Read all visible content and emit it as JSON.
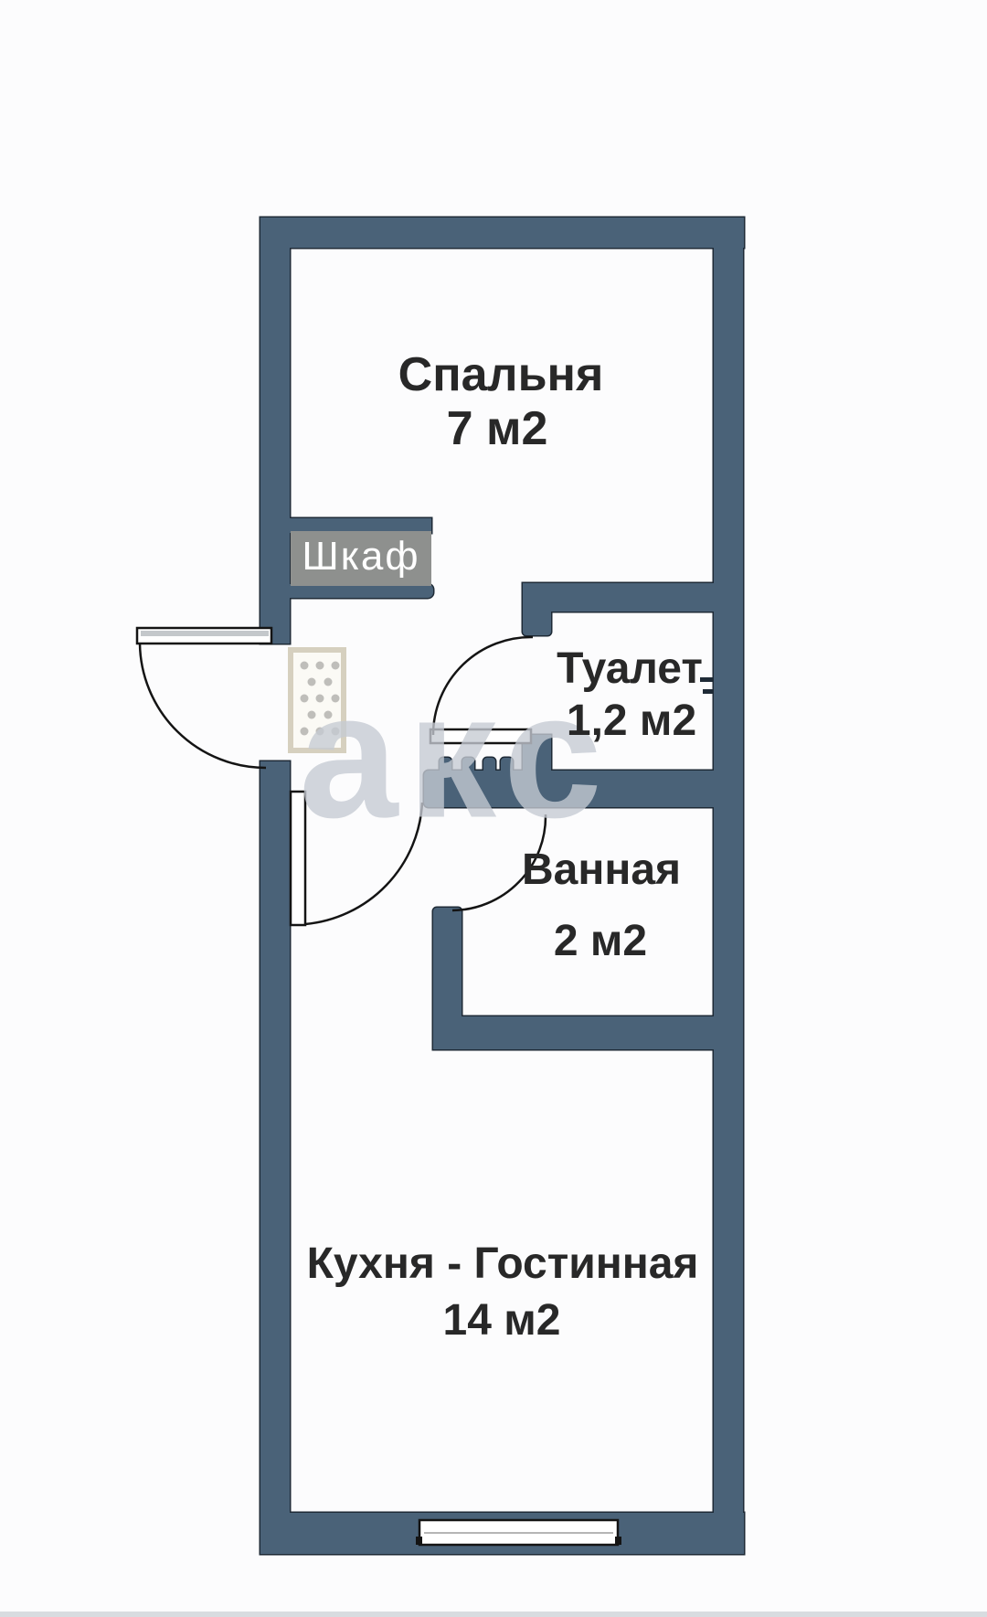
{
  "floorplan": {
    "rooms": {
      "bedroom": {
        "name": "Спальня",
        "area": "7 м2"
      },
      "closet": {
        "name": "Шкаф"
      },
      "toilet": {
        "name": "Туалет",
        "area": "1,2 м2"
      },
      "bathroom": {
        "name": "Ванная",
        "area": "2 м2"
      },
      "kitchen_living": {
        "name": "Кухня - Гостинная",
        "area": "14 м2"
      }
    },
    "watermark": "акс",
    "colors": {
      "wall_fill": "#4a6278",
      "wall_outline": "#1e2a36",
      "room_label": "#282828",
      "closet_box": "#8e908e",
      "closet_label": "#ffffff",
      "door_line": "#141414",
      "panel_border": "#d6d0bf",
      "watermark": "#c6cbd3"
    }
  }
}
